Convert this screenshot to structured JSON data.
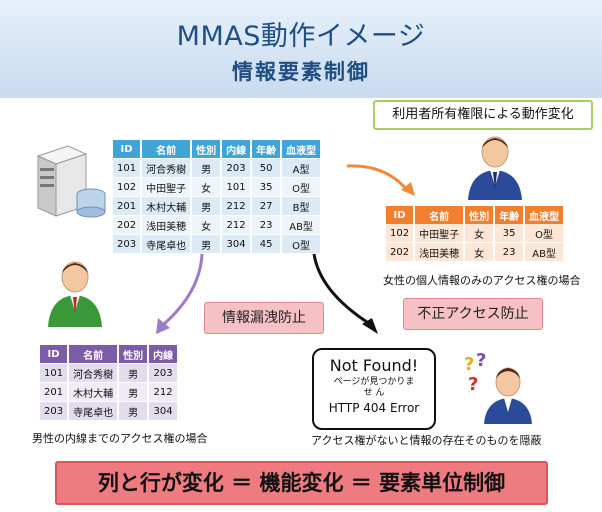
{
  "header": {
    "title": "MMAS動作イメージ",
    "subtitle": "情報要素制御"
  },
  "main_table": {
    "headers": [
      "ID",
      "名前",
      "性別",
      "内線",
      "年齢",
      "血液型"
    ],
    "rows": [
      [
        "101",
        "河合秀樹",
        "男",
        "203",
        "50",
        "A型"
      ],
      [
        "102",
        "中田聖子",
        "女",
        "101",
        "35",
        "O型"
      ],
      [
        "201",
        "木村大輔",
        "男",
        "212",
        "27",
        "B型"
      ],
      [
        "202",
        "浅田美穂",
        "女",
        "212",
        "23",
        "AB型"
      ],
      [
        "203",
        "寺尾卓也",
        "男",
        "304",
        "45",
        "O型"
      ]
    ]
  },
  "female_table": {
    "headers": [
      "ID",
      "名前",
      "性別",
      "年齢",
      "血液型"
    ],
    "rows": [
      [
        "102",
        "中田聖子",
        "女",
        "35",
        "O型"
      ],
      [
        "202",
        "浅田美穂",
        "女",
        "23",
        "AB型"
      ]
    ]
  },
  "male_table": {
    "headers": [
      "ID",
      "名前",
      "性別",
      "内線"
    ],
    "rows": [
      [
        "101",
        "河合秀樹",
        "男",
        "203"
      ],
      [
        "201",
        "木村大輔",
        "男",
        "212"
      ],
      [
        "203",
        "寺尾卓也",
        "男",
        "304"
      ]
    ]
  },
  "labels": {
    "owner_permission": "利用者所有権限による動作変化",
    "female_caption": "女性の個人情報のみのアクセス権の場合",
    "male_caption": "男性の内線までのアクセス権の場合",
    "leak_prevention": "情報漏洩防止",
    "unauthorized_prevention": "不正アクセス防止",
    "hidden_caption": "アクセス権がないと情報の存在そのものを隠蔽"
  },
  "not_found": {
    "title": "Not Found!",
    "message": "ページが見つかりませ ん",
    "code": "HTTP 404 Error"
  },
  "footer": "列と行が変化 ＝ 機能変化 ＝ 要素単位制御",
  "colors": {
    "main_header": "#41a4d6",
    "female_header": "#f07f2e",
    "male_header": "#7b5ca6",
    "footer_bg": "#ee7b80"
  }
}
